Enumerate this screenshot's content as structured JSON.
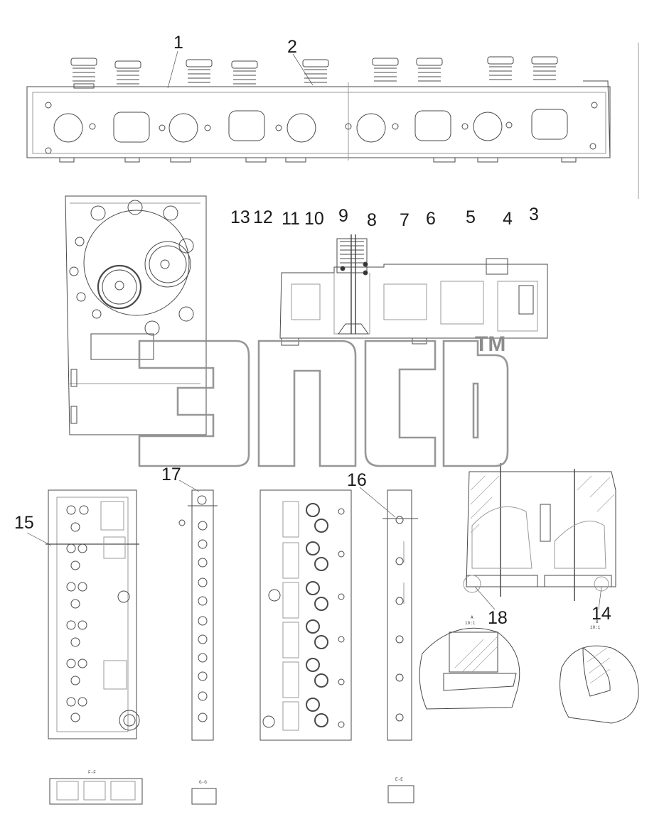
{
  "callouts": {
    "c1": "1",
    "c2": "2",
    "c3": "3",
    "c4": "4",
    "c5": "5",
    "c6": "6",
    "c7": "7",
    "c8": "8",
    "c9": "9",
    "c10": "10",
    "c11": "11",
    "c12": "12",
    "c13": "13",
    "c14": "14",
    "c15": "15",
    "c16": "16",
    "c17": "17",
    "c18": "18"
  },
  "section_labels": {
    "ff": "F-F",
    "gg": "G-G",
    "ee": "E-E",
    "detail_a": "A",
    "detail_a_scale": "10:1",
    "detail_b": "B",
    "detail_b_scale": "10:1"
  },
  "watermark": {
    "trademark": "TM"
  },
  "colors": {
    "line": "#4a4a4a",
    "light_line": "#9a9a9a",
    "watermark": "#8c8c8c",
    "text": "#1a1a1a"
  }
}
